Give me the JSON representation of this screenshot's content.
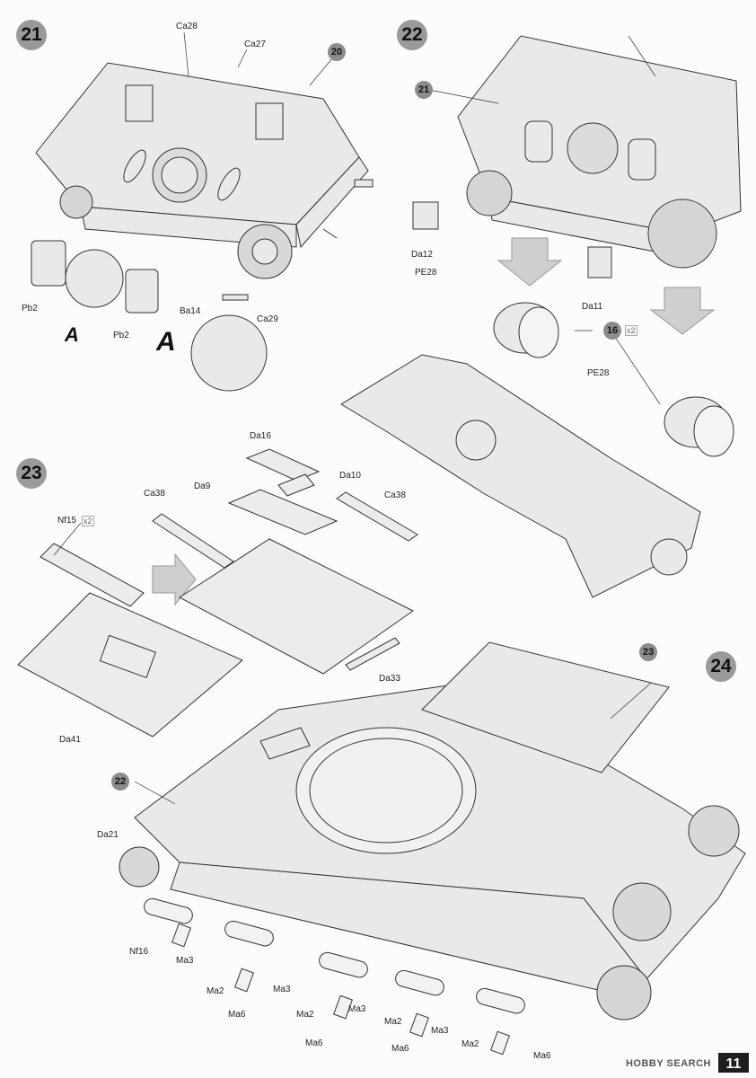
{
  "steps": {
    "s21": "21",
    "s22": "22",
    "s23": "23",
    "s24": "24"
  },
  "refs": {
    "r20": "20",
    "r21": "21",
    "r16": "16",
    "r22": "22",
    "r23": "23"
  },
  "multipliers": {
    "x2_16": "x2",
    "x2_nf15": "x2"
  },
  "labels": {
    "ca28": "Ca28",
    "ca27": "Ca27",
    "pb2_left": "Pb2",
    "pb2_right": "Pb2",
    "a_small": "A",
    "a_big": "A",
    "ba14": "Ba14",
    "ca29": "Ca29",
    "da12": "Da12",
    "pe28_top": "PE28",
    "da11": "Da11",
    "pe28_mid": "PE28",
    "da16": "Da16",
    "da10": "Da10",
    "ca38_left": "Ca38",
    "ca38_right": "Ca38",
    "da9": "Da9",
    "nf15": "Nf15",
    "da41": "Da41",
    "da33": "Da33",
    "da21": "Da21",
    "nf16": "Nf16",
    "ma3_1": "Ma3",
    "ma2_1": "Ma2",
    "ma6_1": "Ma6",
    "ma3_2": "Ma3",
    "ma2_2": "Ma2",
    "ma3_3": "Ma3",
    "ma6_2": "Ma6",
    "ma2_3": "Ma2",
    "ma6_3": "Ma6",
    "ma3_4": "Ma3",
    "ma2_4": "Ma2",
    "ma6_4": "Ma6"
  },
  "footer": {
    "page_number": "11",
    "watermark": "HOBBY SEARCH"
  }
}
